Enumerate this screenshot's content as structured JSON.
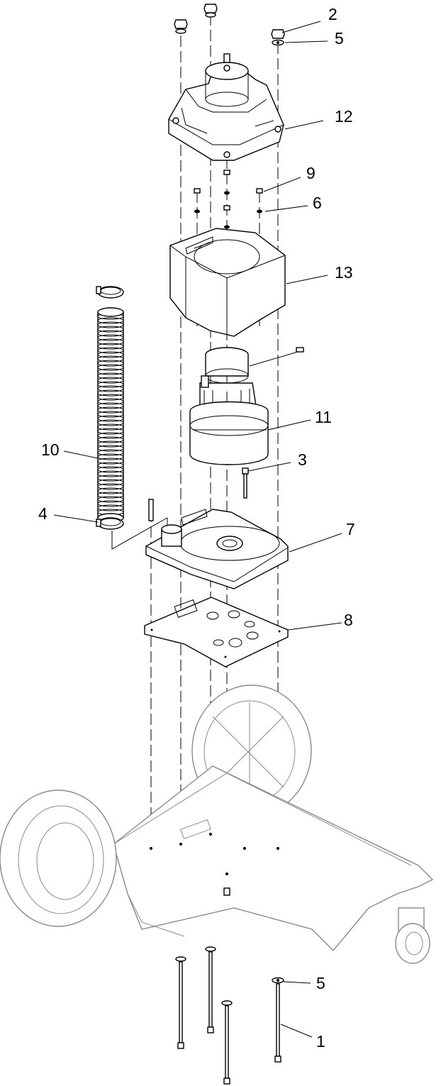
{
  "callouts": [
    {
      "id": "c2",
      "label": "2"
    },
    {
      "id": "c5a",
      "label": "5"
    },
    {
      "id": "c12",
      "label": "12"
    },
    {
      "id": "c9",
      "label": "9"
    },
    {
      "id": "c6",
      "label": "6"
    },
    {
      "id": "c13",
      "label": "13"
    },
    {
      "id": "c11",
      "label": "11"
    },
    {
      "id": "c10",
      "label": "10"
    },
    {
      "id": "c3",
      "label": "3"
    },
    {
      "id": "c4",
      "label": "4"
    },
    {
      "id": "c7",
      "label": "7"
    },
    {
      "id": "c8",
      "label": "8"
    },
    {
      "id": "c5b",
      "label": "5"
    },
    {
      "id": "c1",
      "label": "1"
    }
  ]
}
